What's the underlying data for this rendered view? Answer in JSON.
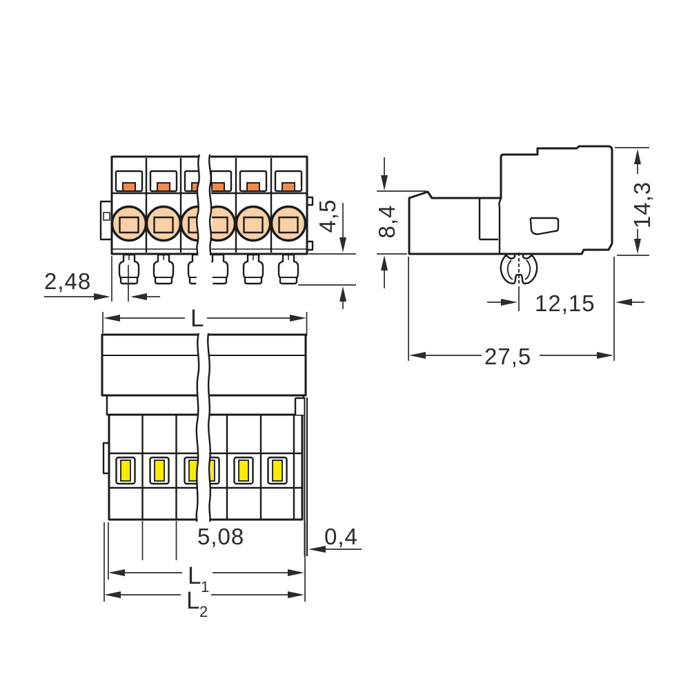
{
  "drawing": {
    "kind": "connector dimensional drawing",
    "views": [
      "front",
      "side",
      "bottom"
    ]
  },
  "colors": {
    "body_orange": "#F08A4C",
    "screw_face": "#F7D0A5",
    "yellow": "#FFE209",
    "slot_yellow": "#EFD409",
    "slot_yellow_bright": "#FFEB00",
    "outline": "#1A1A1A",
    "dimension": "#2B2B2B",
    "background": "#FFFFFF"
  },
  "dimensions": {
    "pin_offset": "2,48",
    "pin_length": "4,5",
    "lower_height": "8,4",
    "total_height": "14,3",
    "foot_to_flange": "12,15",
    "total_depth": "27,5",
    "total_length": "L",
    "pitch": "5,08",
    "wall": "0,4",
    "l1": {
      "main": "L",
      "sub": "1"
    },
    "l2": {
      "main": "L",
      "sub": "2"
    }
  }
}
